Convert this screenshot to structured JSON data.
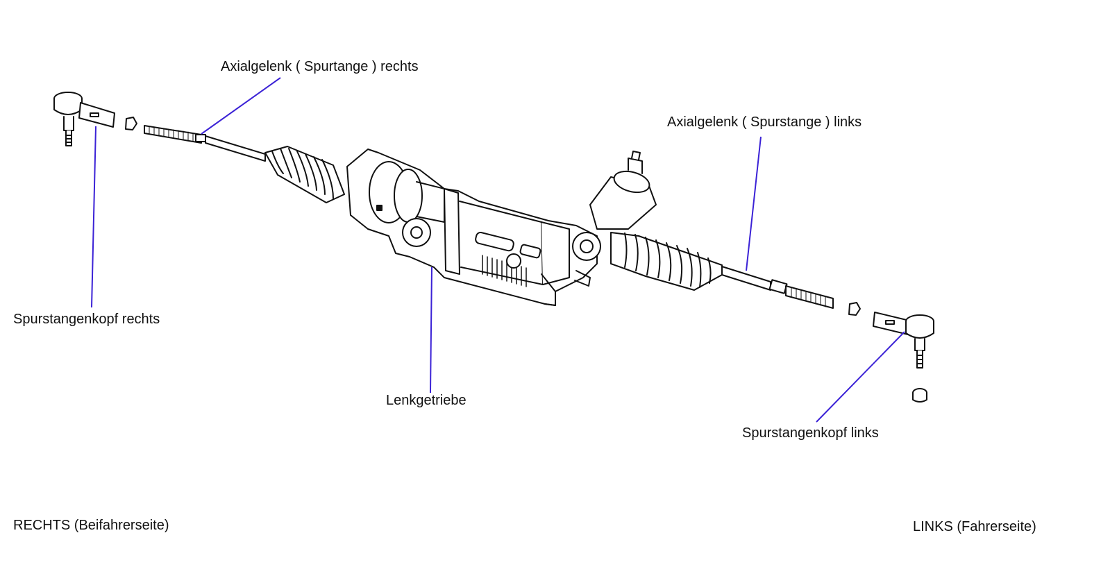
{
  "diagram": {
    "labels": {
      "axial_joint_right": "Axialgelenk ( Spurtange ) rechts",
      "axial_joint_left": "Axialgelenk ( Spurstange ) links",
      "tie_rod_end_right": "Spurstangenkopf rechts",
      "steering_gear": "Lenkgetriebe",
      "tie_rod_end_left": "Spurstangenkopf links"
    },
    "sides": {
      "right": "RECHTS (Beifahrerseite)",
      "left": "LINKS (Fahrerseite)"
    },
    "colors": {
      "leader_line": "#3b22d6",
      "drawing_stroke": "#111111",
      "drawing_fill": "#ffffff"
    }
  }
}
